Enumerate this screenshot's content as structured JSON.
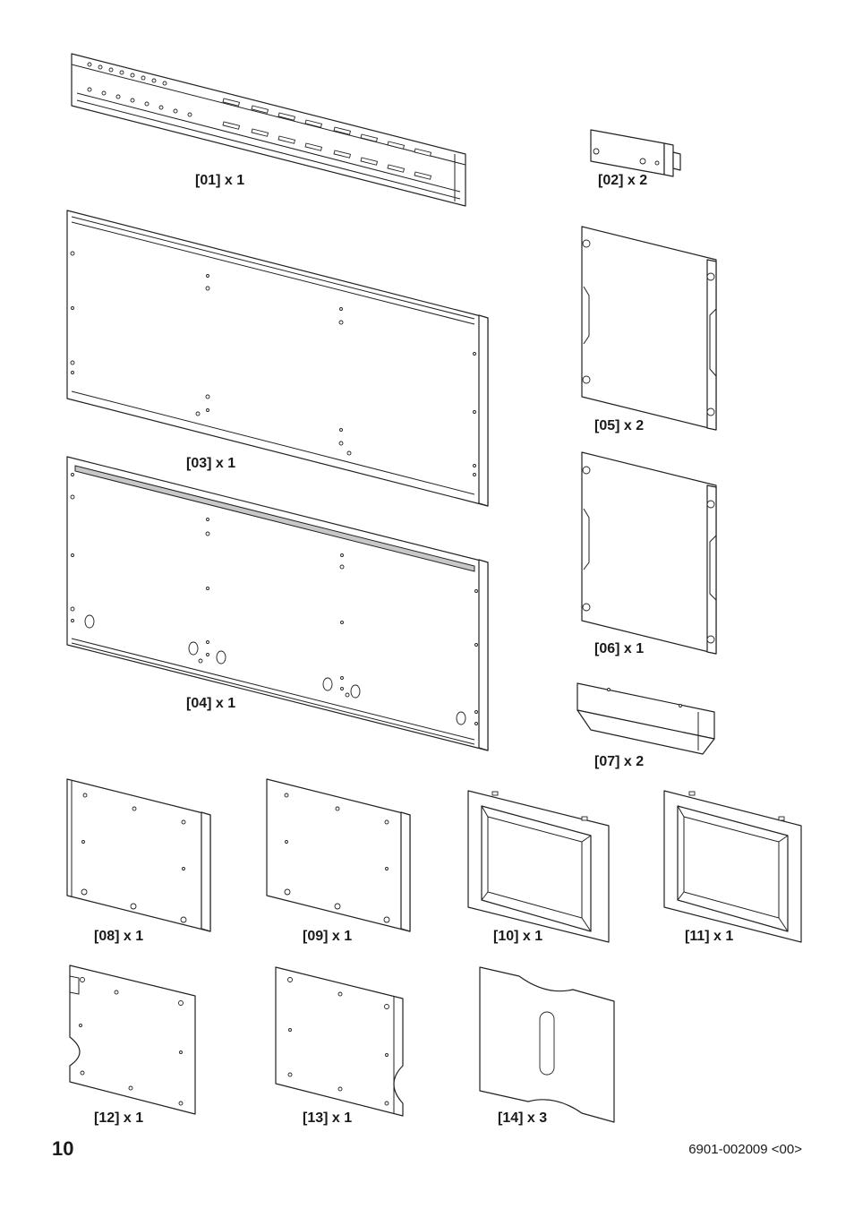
{
  "parts": [
    {
      "id": "01",
      "label": "[01] x 1"
    },
    {
      "id": "02",
      "label": "[02] x 2"
    },
    {
      "id": "03",
      "label": "[03] x 1"
    },
    {
      "id": "05",
      "label": "[05] x 2"
    },
    {
      "id": "04",
      "label": "[04] x 1"
    },
    {
      "id": "06",
      "label": "[06] x 1"
    },
    {
      "id": "07",
      "label": "[07] x 2"
    },
    {
      "id": "08",
      "label": "[08] x 1"
    },
    {
      "id": "09",
      "label": "[09] x 1"
    },
    {
      "id": "10",
      "label": "[10] x 1"
    },
    {
      "id": "11",
      "label": "[11] x 1"
    },
    {
      "id": "12",
      "label": "[12] x 1"
    },
    {
      "id": "13",
      "label": "[13] x 1"
    },
    {
      "id": "14",
      "label": "[14] x 3"
    }
  ],
  "footer": {
    "page_number": "10",
    "doc_code": "6901-002009 <00>"
  }
}
